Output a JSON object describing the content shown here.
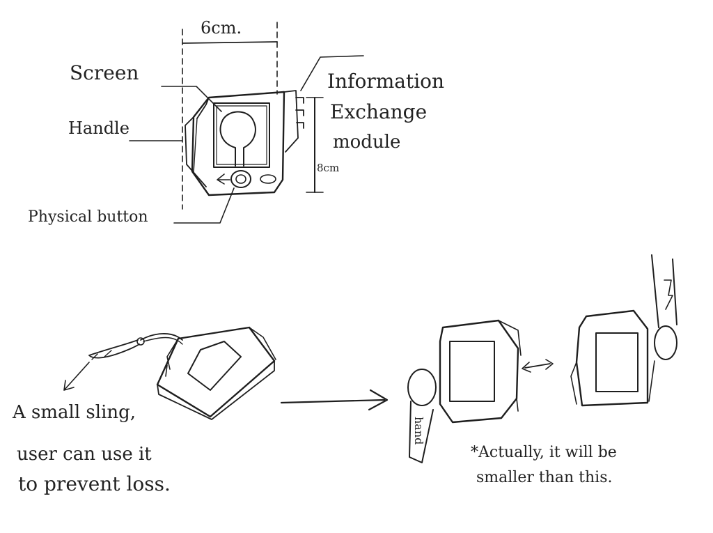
{
  "labels": {
    "width_dim": "6cm.",
    "height_dim": "8cm",
    "screen": "Screen",
    "handle": "Handle",
    "info_line1": "Information",
    "info_line2": "Exchange",
    "info_line3": "module",
    "button": "Physical button",
    "sling_line1": "A small sling,",
    "sling_line2": "user can use it",
    "sling_line3": "to prevent loss.",
    "note_line1": "*Actually, it will be",
    "note_line2": "smaller than this.",
    "hand_word": "hand"
  }
}
